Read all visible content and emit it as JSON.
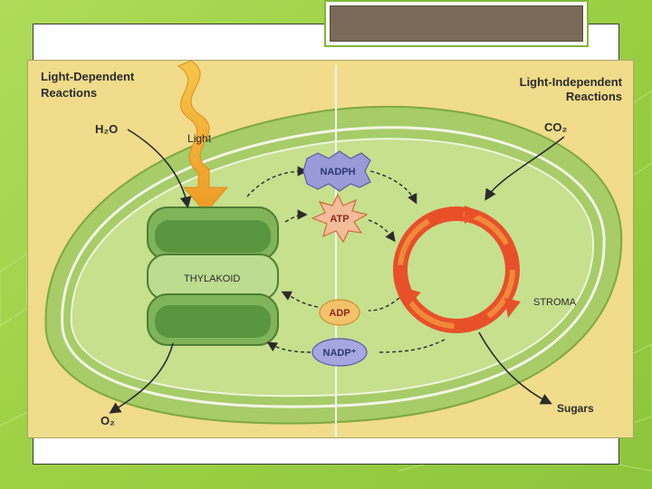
{
  "slide": {
    "title_placeholder": ""
  },
  "diagram": {
    "left_heading_line1": "Light-Dependent",
    "left_heading_line2": "Reactions",
    "right_heading_line1": "Light-Independent",
    "right_heading_line2": "Reactions",
    "light_label": "Light",
    "water_label": "H₂O",
    "oxygen_label": "O₂",
    "co2_label": "CO₂",
    "sugars_label": "Sugars",
    "thylakoid_label": "THYLAKOID",
    "stroma_label": "STROMA",
    "nadph_label": "NADPH",
    "atp_label": "ATP",
    "adp_label": "ADP",
    "nadp_label": "NADP⁺"
  },
  "colors": {
    "background_green": "#9fd146",
    "chloroplast_green": "#a9cf6a",
    "cycle_red": "#e8502a",
    "light_arrow": "#f0a830"
  }
}
